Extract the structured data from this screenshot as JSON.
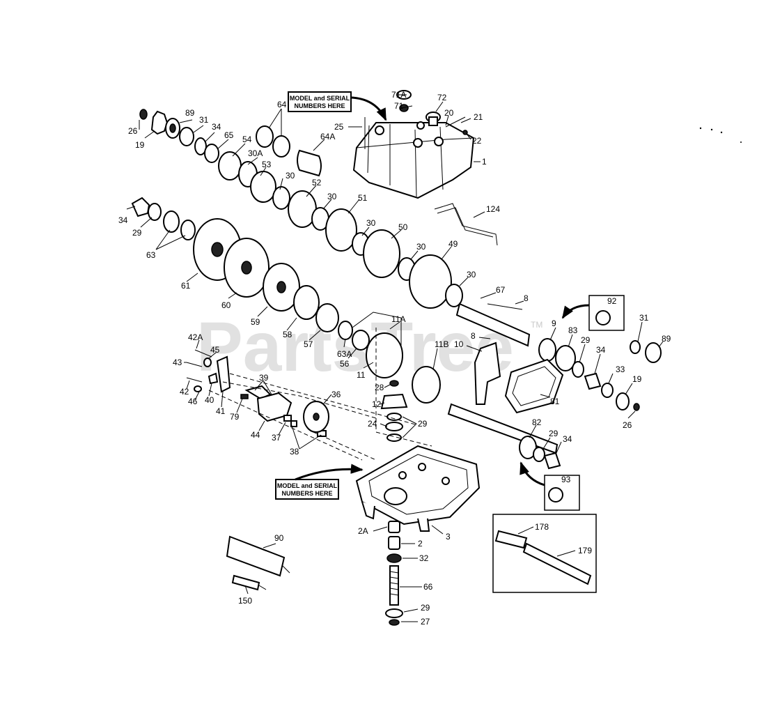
{
  "watermark": {
    "text": "PartsTree",
    "tm": "TM"
  },
  "callouts": {
    "top": [
      "MODEL and SERIAL",
      "NUMBERS HERE"
    ],
    "bottom": [
      "MODEL and SERIAL",
      "NUMBERS HERE"
    ]
  },
  "labels": {
    "p71a": "71A",
    "p71": "71",
    "p72": "72",
    "p20": "20",
    "p21": "21",
    "p22": "22",
    "p25": "25",
    "p1": "1",
    "p64": "64",
    "p64a": "64A",
    "p89_top": "89",
    "p31_top": "31",
    "p34_top": "34",
    "p65": "65",
    "p26_top": "26",
    "p19_top": "19",
    "p54": "54",
    "p30a": "30A",
    "p53": "53",
    "p30_1": "30",
    "p52": "52",
    "p30_2": "30",
    "p51": "51",
    "p30_3": "30",
    "p50": "50",
    "p30_4": "30",
    "p49": "49",
    "p30_5": "30",
    "p124": "124",
    "p34_left": "34",
    "p29_left": "29",
    "p63": "63",
    "p61": "61",
    "p60": "60",
    "p59": "59",
    "p58": "58",
    "p57": "57",
    "p63a": "63A",
    "p56": "56",
    "p11a": "11A",
    "p11": "11",
    "p11b": "11B",
    "p10": "10",
    "p8_top": "8",
    "p8_mid": "8",
    "p67": "67",
    "p9": "9",
    "p83": "83",
    "p92": "92",
    "p29_right": "29",
    "p34_right": "34",
    "p31_right": "31",
    "p89_right": "89",
    "p33": "33",
    "p19_right": "19",
    "p26_right": "26",
    "p81": "81",
    "p42a": "42A",
    "p45": "45",
    "p43": "43",
    "p42": "42",
    "p46": "46",
    "p40": "40",
    "p41": "41",
    "p39": "39",
    "p79": "79",
    "p44": "44",
    "p37": "37",
    "p38": "38",
    "p36": "36",
    "p28": "28",
    "p12": "12",
    "p24": "24",
    "p29_mid": "29",
    "p82": "82",
    "p29_low": "29",
    "p34_low": "34",
    "p93": "93",
    "p3": "3",
    "p2a": "2A",
    "p2": "2",
    "p32": "32",
    "p66": "66",
    "p29_bottom": "29",
    "p27": "27",
    "p90": "90",
    "p150": "150",
    "p178": "178",
    "p179": "179"
  }
}
